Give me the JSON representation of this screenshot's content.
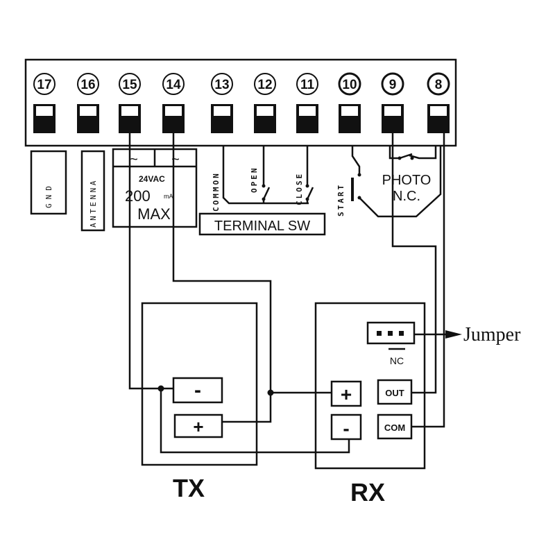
{
  "terminals": [
    "17",
    "16",
    "15",
    "14",
    "13",
    "12",
    "11",
    "10",
    "9",
    "8"
  ],
  "labels": {
    "gnd": "GND",
    "antenna": "ANTENNA",
    "ac_symbol": "~",
    "power_voltage": "24VAC",
    "power_current": "200",
    "power_current_unit": "mA",
    "power_max": "MAX",
    "common": "COMMON",
    "open": "OPEN",
    "close": "CLOSE",
    "terminal_sw": "TERMINAL SW",
    "start": "START",
    "photo": "PHOTO",
    "photo_nc": "N.C."
  },
  "tx": {
    "title": "TX",
    "minus": "-",
    "plus": "+"
  },
  "rx": {
    "title": "RX",
    "plus": "+",
    "minus": "-",
    "out": "OUT",
    "com": "COM",
    "nc": "NC",
    "jumper": "Jumper"
  },
  "colors": {
    "line": "#111111",
    "background": "#ffffff"
  }
}
